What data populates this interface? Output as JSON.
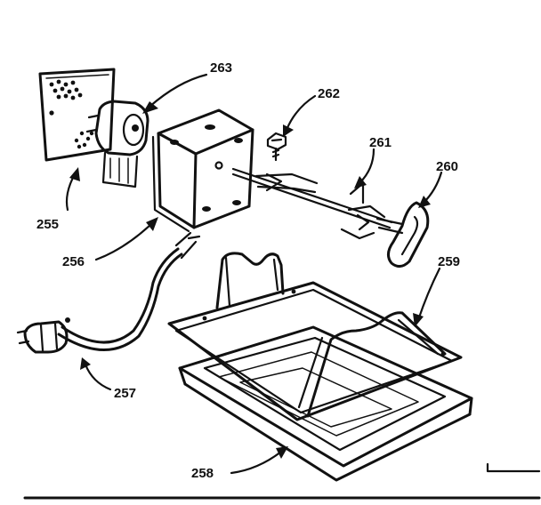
{
  "parts": [
    {
      "id": "p255",
      "label": "255",
      "icon": "mounting-plate"
    },
    {
      "id": "p256",
      "label": "256",
      "icon": "motor-housing"
    },
    {
      "id": "p257",
      "label": "257",
      "icon": "power-cord"
    },
    {
      "id": "p258",
      "label": "258",
      "icon": "drip-pan"
    },
    {
      "id": "p259",
      "label": "259",
      "icon": "wire-rack"
    },
    {
      "id": "p260",
      "label": "260",
      "icon": "spit-handle"
    },
    {
      "id": "p261",
      "label": "261",
      "icon": "spit-forks"
    },
    {
      "id": "p262",
      "label": "262",
      "icon": "screw"
    },
    {
      "id": "p263",
      "label": "263",
      "icon": "motor"
    }
  ],
  "colors": {
    "ink": "#111111",
    "paper": "#ffffff"
  }
}
